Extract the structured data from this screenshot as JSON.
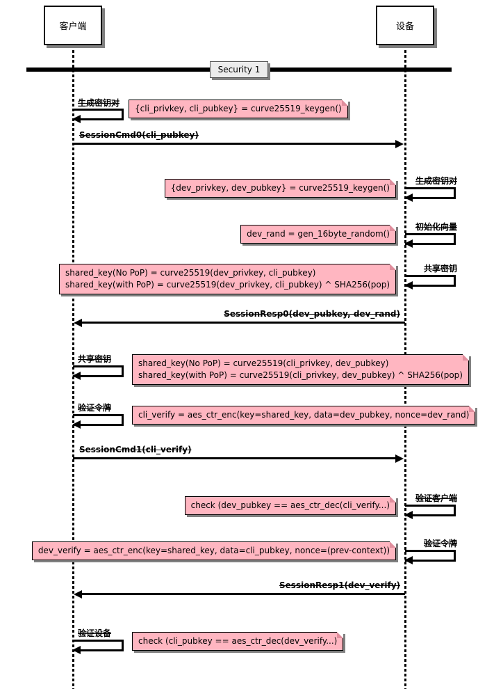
{
  "diagram": {
    "actors": {
      "client": "客户端",
      "device": "设备"
    },
    "section_label": "Security 1",
    "colors": {
      "note_fill": "#ffb6c1",
      "actor_fill": "#ffffff",
      "divider_fill": "#ececec",
      "line": "#000000",
      "shadow": "#808080"
    },
    "steps": [
      {
        "type": "self",
        "actor": "client",
        "label": "生成密钥对",
        "note": "{cli_privkey, cli_pubkey} = curve25519_keygen()"
      },
      {
        "type": "message",
        "from": "client",
        "to": "device",
        "label": "SessionCmd0(cli_pubkey)"
      },
      {
        "type": "self",
        "actor": "device",
        "label": "生成密钥对",
        "note": "{dev_privkey, dev_pubkey} = curve25519_keygen()"
      },
      {
        "type": "self",
        "actor": "device",
        "label": "初始化向量",
        "note": "dev_rand = gen_16byte_random()"
      },
      {
        "type": "self",
        "actor": "device",
        "label": "共享密钥",
        "note": "shared_key(No PoP) = curve25519(dev_privkey, cli_pubkey)\nshared_key(with PoP) = curve25519(dev_privkey, cli_pubkey) ^ SHA256(pop)"
      },
      {
        "type": "message",
        "from": "device",
        "to": "client",
        "label": "SessionResp0(dev_pubkey, dev_rand)"
      },
      {
        "type": "self",
        "actor": "client",
        "label": "共享密钥",
        "note": "shared_key(No PoP) = curve25519(cli_privkey, dev_pubkey)\nshared_key(with PoP) = curve25519(cli_privkey, dev_pubkey) ^ SHA256(pop)"
      },
      {
        "type": "self",
        "actor": "client",
        "label": "验证令牌",
        "note": "cli_verify = aes_ctr_enc(key=shared_key, data=dev_pubkey, nonce=dev_rand)"
      },
      {
        "type": "message",
        "from": "client",
        "to": "device",
        "label": "SessionCmd1(cli_verify)"
      },
      {
        "type": "self",
        "actor": "device",
        "label": "验证客户端",
        "note": "check (dev_pubkey == aes_ctr_dec(cli_verify...)"
      },
      {
        "type": "self",
        "actor": "device",
        "label": "验证令牌",
        "note": "dev_verify = aes_ctr_enc(key=shared_key, data=cli_pubkey, nonce=(prev-context))"
      },
      {
        "type": "message",
        "from": "device",
        "to": "client",
        "label": "SessionResp1(dev_verify)"
      },
      {
        "type": "self",
        "actor": "client",
        "label": "验证设备",
        "note": "check (cli_pubkey == aes_ctr_dec(dev_verify...)"
      }
    ]
  }
}
